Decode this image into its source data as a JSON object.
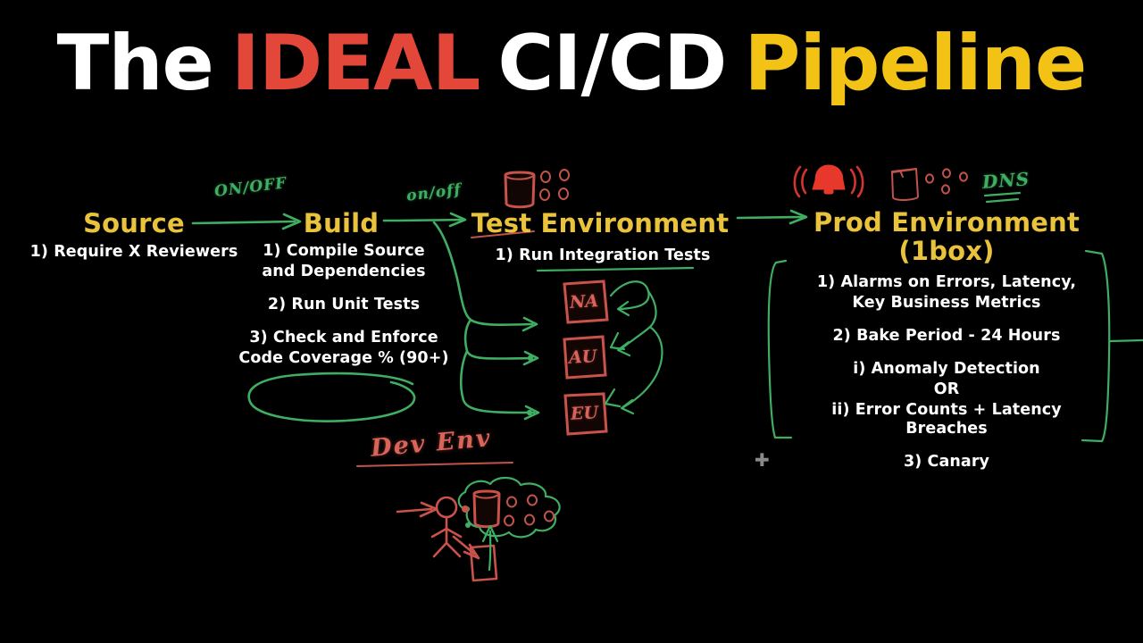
{
  "title": {
    "part1": "The",
    "part2": "IDEAL",
    "part3": "CI/CD",
    "part4": "Pipeline",
    "colors": {
      "white": "#ffffff",
      "red": "#e2473a",
      "gold": "#f2c314"
    }
  },
  "colors": {
    "background": "#000000",
    "heading_gold": "#e9c33c",
    "body_white": "#ffffff",
    "ink_green": "#3fae63",
    "ink_red": "#c9524a",
    "alarm_red": "#e8382b"
  },
  "stages": [
    {
      "id": "source",
      "heading": "Source",
      "items": [
        {
          "lines": [
            "1) Require X Reviewers"
          ]
        }
      ]
    },
    {
      "id": "build",
      "heading": "Build",
      "items": [
        {
          "lines": [
            "1) Compile Source",
            "and Dependencies"
          ]
        },
        {
          "lines": [
            "2) Run Unit Tests"
          ]
        },
        {
          "lines": [
            "3) Check and Enforce",
            "Code Coverage % (90+)"
          ]
        }
      ]
    },
    {
      "id": "test-environment",
      "heading": "Test Environment",
      "items": [
        {
          "lines": [
            "1) Run Integration Tests"
          ]
        }
      ]
    },
    {
      "id": "prod-environment",
      "heading_line1": "Prod Environment",
      "heading_line2": "(1box)",
      "items": [
        {
          "lines": [
            "1) Alarms on Errors, Latency,",
            "Key Business Metrics"
          ]
        },
        {
          "lines": [
            "2) Bake Period - 24 Hours"
          ]
        },
        {
          "lines": [
            "i) Anomaly Detection",
            "OR",
            "ii) Error Counts + Latency Breaches"
          ]
        },
        {
          "lines": [
            "3) Canary"
          ]
        }
      ]
    }
  ],
  "ink_labels": {
    "onoff_source_build": "ON/OFF",
    "onoff_build_test": "on/off",
    "dev_env": "Dev Env",
    "dns": "DNS"
  },
  "regions": [
    {
      "id": "na",
      "label": "NA"
    },
    {
      "id": "au",
      "label": "AU"
    },
    {
      "id": "eu",
      "label": "EU"
    }
  ],
  "icons": {
    "test_env": [
      "database-cylinder-icon",
      "instance-dots-icon"
    ],
    "prod_env": [
      "alarm-bell-icon",
      "database-cylinder-icon",
      "instance-dots-icon",
      "dns-label-icon"
    ],
    "dev_env": [
      "person-stick-figure-icon",
      "cloud-icon",
      "database-cylinder-icon",
      "laptop-box-icon"
    ]
  }
}
